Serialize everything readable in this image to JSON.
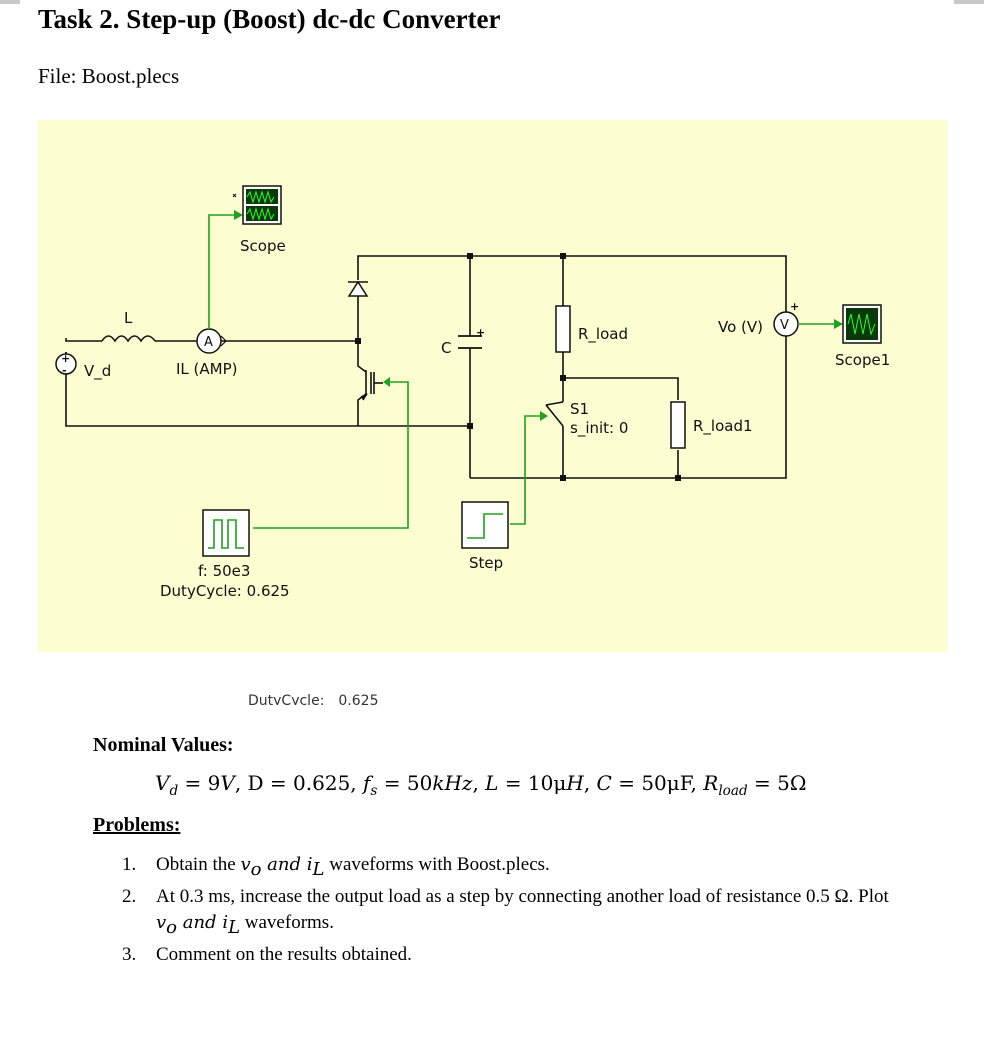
{
  "header": {
    "title": "Task 2. Step-up (Boost) dc-dc Converter",
    "file": "File: Boost.plecs"
  },
  "schematic": {
    "labels": {
      "scope": "Scope",
      "scope1": "Scope1",
      "inductor": "L",
      "source": "V_d",
      "ammeter_symbol": "A",
      "ammeter": "IL (AMP)",
      "capacitor": "C",
      "r_load": "R_load",
      "r_load1": "R_load1",
      "voltmeter": "Vo (V)",
      "voltmeter_symbol": "V",
      "switch": "S1",
      "switch_init": "s_init: 0",
      "pulse_freq": "f: 50e3",
      "pulse_duty": "DutyCycle: 0.625",
      "step": "Step"
    },
    "cutoff_text": {
      "a": "DutyCycle:",
      "b": "0.625"
    },
    "colors": {
      "background": "#fdfdd2",
      "wire": "#111111",
      "signal": "#1fa01f",
      "scope_screen": "#0a3a0a"
    }
  },
  "nominal": {
    "heading": "Nominal Values:"
  },
  "equation": {
    "vd_sym": "V",
    "vd_sub": "d",
    "vd_val": " = 9",
    "vd_unit": "V",
    "d_part": ", D = 0.625, ",
    "fs_sym": "f",
    "fs_sub": "s",
    "fs_val": " = 50",
    "fs_unit": "kHz",
    "l_part": ", ",
    "l_sym": "L",
    "l_val": " = 10μ",
    "l_unit": "H",
    "c_part": ", ",
    "c_sym": "C",
    "c_val": " = 50μF, ",
    "r_sym": "R",
    "r_sub": "load",
    "r_val": " = 5Ω"
  },
  "problems": {
    "heading": "Problems:",
    "items": [
      {
        "num": "1.",
        "pre": "Obtain the ",
        "math": "v",
        "math_sub": "o",
        "mid": " and ",
        "math2": "i",
        "math2_sub": "L",
        "post": " waveforms with Boost.plecs."
      },
      {
        "num": "2.",
        "pre": "At 0.3 ms, increase the output load as a step by connecting another load of resistance 0.5 Ω. Plot ",
        "math": "v",
        "math_sub": "o",
        "mid": " and ",
        "math2": "i",
        "math2_sub": "L",
        "post": " waveforms."
      },
      {
        "num": "3.",
        "pre": "Comment on the results obtained."
      }
    ]
  }
}
